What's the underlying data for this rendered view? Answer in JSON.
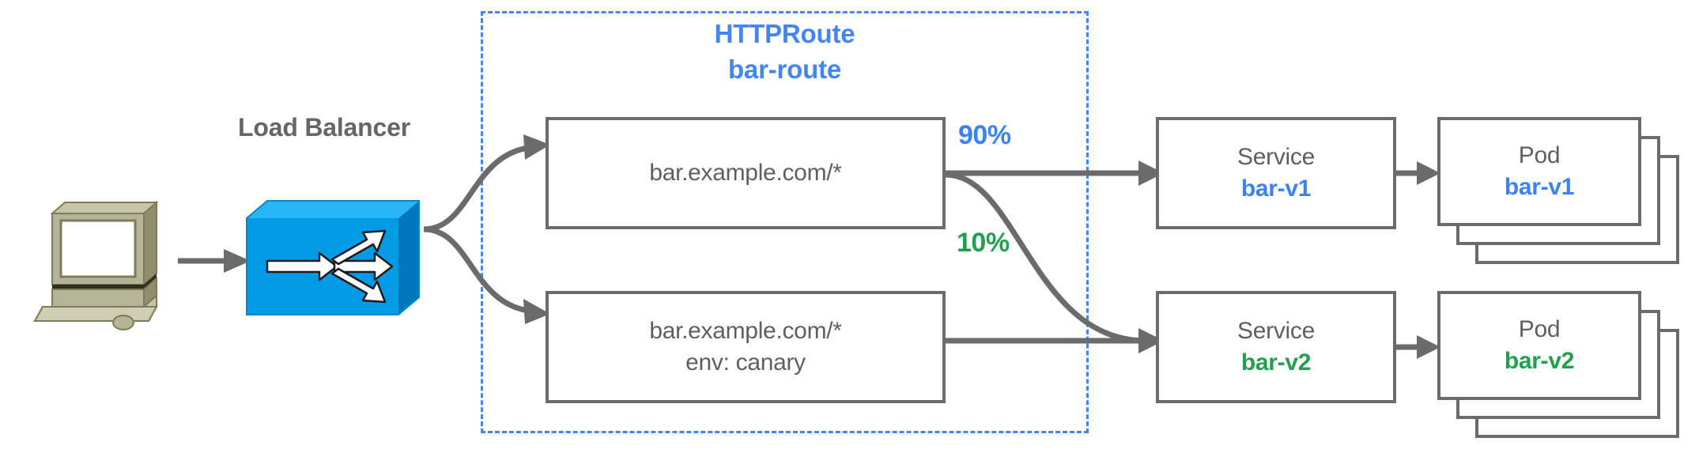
{
  "diagram": {
    "title_hidden": "",
    "background": "#ffffff",
    "colors": {
      "route_blue": "#4285f4",
      "v1_blue": "#3b82f6",
      "v2_green": "#21a14b",
      "box_grey": "#6b6b6b",
      "text_grey": "#5f5f5f",
      "lb_blue": "#039be5",
      "computer_khaki": "#a8a87e"
    }
  },
  "client": {
    "icon": "desktop-computer-icon"
  },
  "load_balancer": {
    "label": "Load Balancer",
    "icon": "load-balancer-cube-icon"
  },
  "httproute": {
    "kind": "HTTPRoute",
    "name": "bar-route",
    "rules": [
      {
        "id": "rule-1",
        "line1": "bar.example.com/*",
        "line2": ""
      },
      {
        "id": "rule-2",
        "line1": "bar.example.com/*",
        "line2": "env: canary"
      }
    ]
  },
  "weights": {
    "primary": "90%",
    "canary": "10%"
  },
  "backends": [
    {
      "kind": "Service",
      "name": "bar-v1",
      "accent": "#3b82f6",
      "pod": {
        "kind": "Pod",
        "name": "bar-v1",
        "replicas": 3
      }
    },
    {
      "kind": "Service",
      "name": "bar-v2",
      "accent": "#21a14b",
      "pod": {
        "kind": "Pod",
        "name": "bar-v2",
        "replicas": 3
      }
    }
  ]
}
